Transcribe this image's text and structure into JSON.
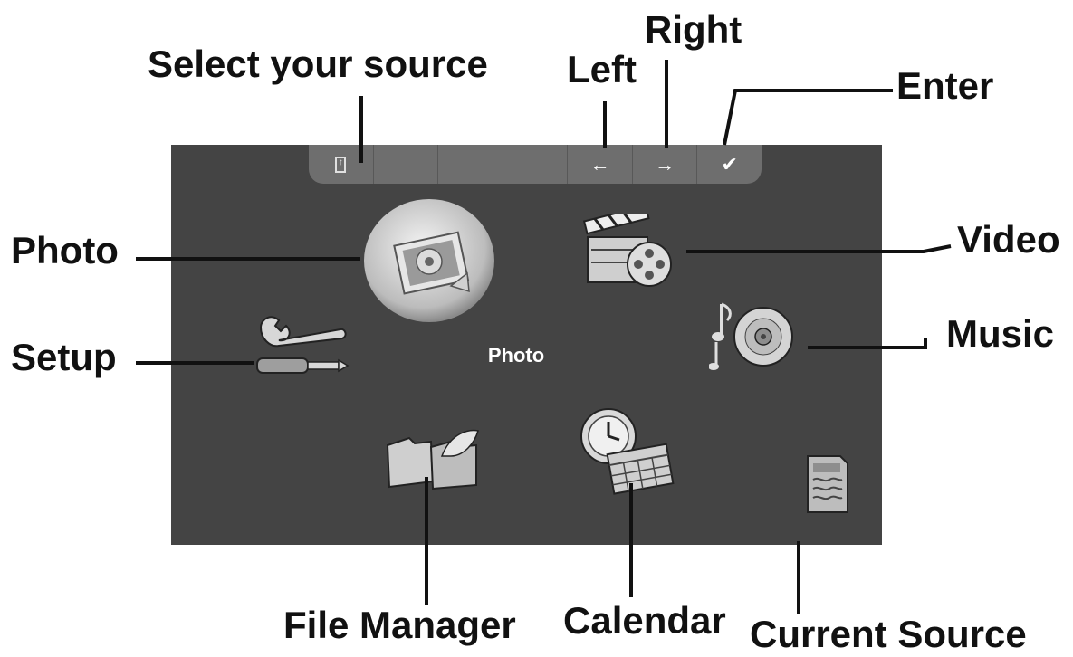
{
  "callouts": {
    "select_source": "Select your source",
    "left": "Left",
    "right": "Right",
    "enter": "Enter",
    "photo": "Photo",
    "video": "Video",
    "setup": "Setup",
    "music": "Music",
    "file_manager": "File Manager",
    "calendar": "Calendar",
    "current_source": "Current Source"
  },
  "screen": {
    "selected_label": "Photo",
    "toolbar": {
      "left_arrow": "←",
      "right_arrow": "→",
      "enter_check": "✔"
    }
  },
  "icons": [
    "photo-icon",
    "video-icon",
    "setup-icon",
    "music-icon",
    "file-manager-icon",
    "calendar-icon",
    "current-source-icon"
  ],
  "colors": {
    "screen_bg": "#444444",
    "toolbar_bg": "#6e6e6e",
    "callout_text": "#111111"
  }
}
